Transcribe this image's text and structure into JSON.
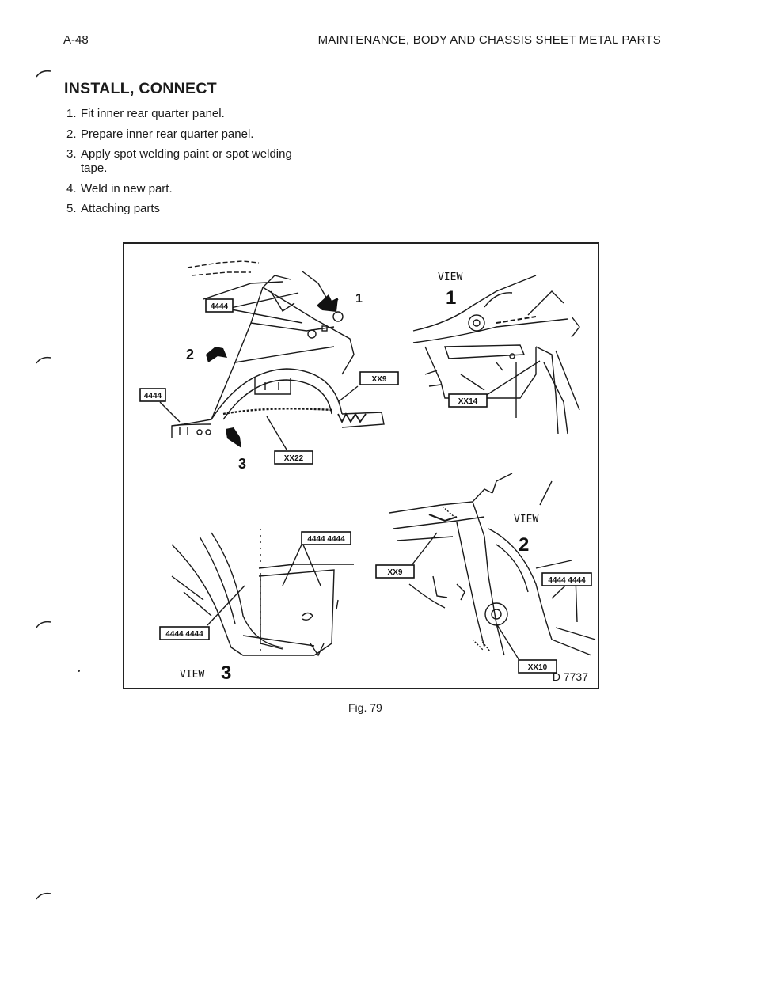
{
  "header": {
    "page_number": "A-48",
    "running_title": "MAINTENANCE, BODY AND CHASSIS SHEET METAL PARTS"
  },
  "section": {
    "heading": "INSTALL, CONNECT",
    "steps": [
      {
        "num": "1.",
        "text": "Fit inner rear quarter panel."
      },
      {
        "num": "2.",
        "text": "Prepare inner rear quarter panel."
      },
      {
        "num": "3.",
        "text": "Apply spot welding paint or spot welding tape."
      },
      {
        "num": "4.",
        "text": "Weld in new part."
      },
      {
        "num": "5.",
        "text": "Attaching parts"
      }
    ]
  },
  "figure": {
    "code": "D 7737",
    "caption": "Fig. 79",
    "callouts": {
      "arrow_1": "1",
      "arrow_2": "2",
      "arrow_3": "3",
      "view_word": "VIEW",
      "view_1_num": "1",
      "view_2_num": "2",
      "view_3_num": "3"
    },
    "symbols": {
      "weld_single": "4444",
      "weld_double": "4444 4444",
      "spot_9": "XX9",
      "spot_14": "XX14",
      "spot_22": "XX22",
      "spot_10": "XX10"
    }
  }
}
